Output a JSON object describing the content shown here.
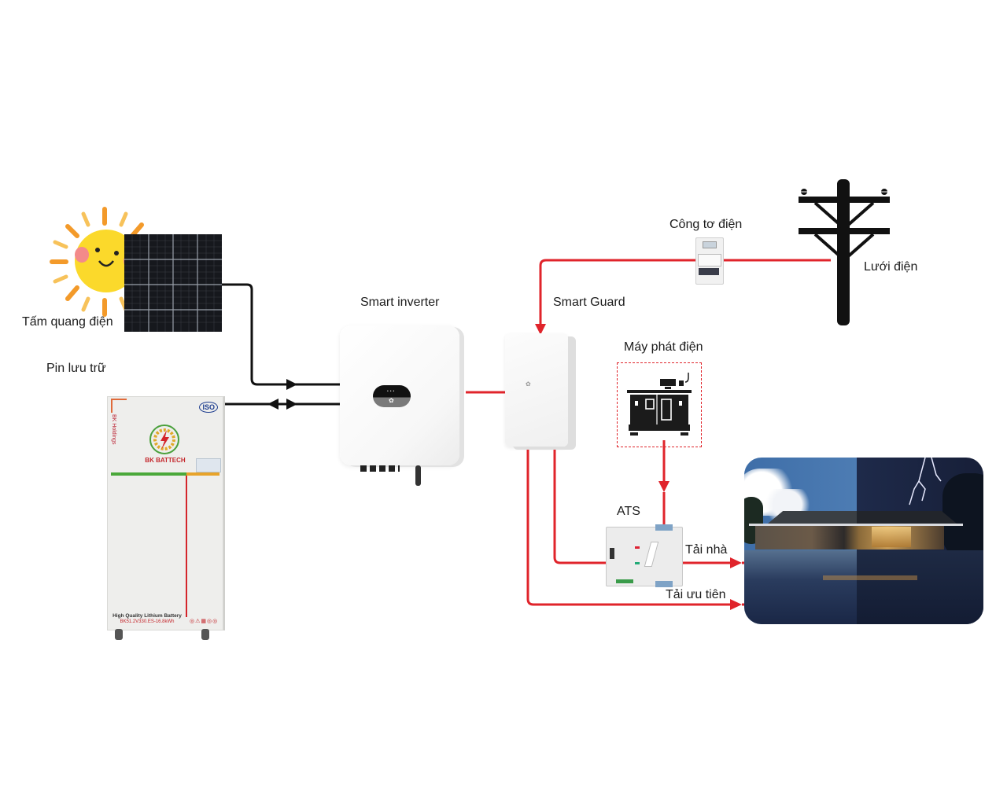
{
  "diagram": {
    "labels": {
      "solar_panel": "Tấm quang điện",
      "battery": "Pin lưu trữ",
      "inverter": "Smart inverter",
      "smart_guard": "Smart Guard",
      "meter": "Công tơ điện",
      "grid": "Lưới điện",
      "generator": "Máy phát điện",
      "ats": "ATS",
      "house_load": "Tải nhà",
      "priority_load": "Tải ưu tiên"
    },
    "battery_unit": {
      "brand": "BK BATTECH",
      "side_brand": "BK Holdings",
      "badge": "ISO",
      "caption": "High Quality Lithium Battery",
      "model": "BK51.2V330.ES-16.8kWh"
    },
    "connections": [
      {
        "from": "solar_panel",
        "to": "inverter",
        "type": "dc",
        "direction": "one-way"
      },
      {
        "from": "battery",
        "to": "inverter",
        "type": "dc",
        "direction": "two-way"
      },
      {
        "from": "inverter",
        "to": "smart_guard",
        "type": "ac"
      },
      {
        "from": "grid",
        "to": "meter",
        "type": "ac"
      },
      {
        "from": "meter",
        "to": "smart_guard",
        "type": "ac",
        "direction": "one-way"
      },
      {
        "from": "smart_guard",
        "to": "ats",
        "type": "ac"
      },
      {
        "from": "generator",
        "to": "ats",
        "type": "ac",
        "direction": "one-way"
      },
      {
        "from": "ats",
        "to": "house",
        "type": "ac",
        "label": "house_load"
      },
      {
        "from": "smart_guard",
        "to": "house",
        "type": "ac",
        "label": "priority_load"
      }
    ],
    "colors": {
      "dc_line": "#111111",
      "ac_line": "#e0242b",
      "generator_box": "#e0242b"
    }
  }
}
